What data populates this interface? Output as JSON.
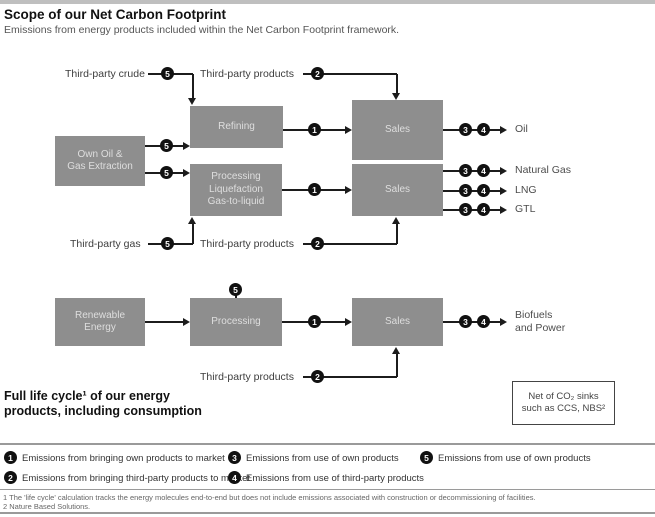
{
  "header": {
    "title": "Scope of our Net Carbon Footprint",
    "subtitle": "Emissions from energy products included within the Net Carbon Footprint framework."
  },
  "badges": {
    "n1": "1",
    "n2": "2",
    "n3": "3",
    "n4": "4",
    "n5": "5"
  },
  "boxes": {
    "refining": "Refining",
    "own_extraction_line1": "Own Oil &",
    "own_extraction_line2": "Gas Extraction",
    "processing_gas_line1": "Processing",
    "processing_gas_line2": "Liquefaction",
    "processing_gas_line3": "Gas-to-liquid",
    "sales": "Sales",
    "renewable_line1": "Renewable",
    "renewable_line2": "Energy",
    "processing_renewable": "Processing"
  },
  "inputs": {
    "third_party_crude": "Third-party crude",
    "third_party_products": "Third-party products",
    "third_party_gas": "Third-party gas"
  },
  "outputs": {
    "oil": "Oil",
    "natural_gas": "Natural Gas",
    "lng": "LNG",
    "gtl": "GTL",
    "biofuels_line1": "Biofuels",
    "biofuels_line2": "and Power"
  },
  "lifecycle": {
    "line1": "Full life cycle¹ of our energy",
    "line2": "products, including consumption"
  },
  "note_box": {
    "line1": "Net of CO₂ sinks",
    "line2": "such as CCS, NBS²"
  },
  "legend": {
    "item1": "Emissions from bringing own products to market",
    "item2": "Emissions from bringing third-party products to market",
    "item3": "Emissions from use of own products",
    "item4": "Emissions from use of third-party products",
    "item5": "Emissions from use of own products"
  },
  "footnotes": {
    "line1": "1 The 'life cycle' calculation tracks the energy molecules end-to-end but does not include emissions associated with construction or decommissioning of facilities.",
    "line2": "2 Nature Based Solutions."
  },
  "colors": {
    "box_fill": "#8e8e8e",
    "badge": "#111111",
    "line": "#1c1c1c",
    "rule": "#9a9a9a"
  }
}
